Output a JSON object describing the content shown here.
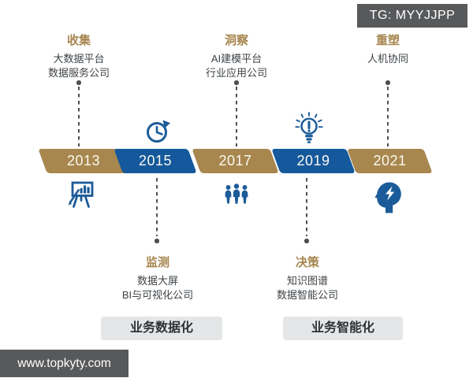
{
  "badges": {
    "tg": "TG: MYYJJPP",
    "watermark": "www.topkyty.com"
  },
  "colors": {
    "gold": "#a8874f",
    "blue": "#15599c",
    "icon_blue": "#1b5b99",
    "text_dark": "#3e4347",
    "badge_bg": "#58595b",
    "phase_box_bg": "#e4e6e7",
    "connector": "#4e4e4e"
  },
  "top_groups": [
    {
      "title": "收集",
      "lines": [
        "大数据平台",
        "数据服务公司"
      ]
    },
    {
      "title": "洞察",
      "lines": [
        "AI建模平台",
        "行业应用公司"
      ]
    },
    {
      "title": "重塑",
      "lines": [
        "人机协同"
      ]
    }
  ],
  "bottom_groups": [
    {
      "title": "监测",
      "lines": [
        "数据大屏",
        "BI与可视化公司"
      ]
    },
    {
      "title": "决策",
      "lines": [
        "知识图谱",
        "数据智能公司"
      ]
    }
  ],
  "timeline": {
    "years": [
      {
        "label": "2013",
        "color": "gold"
      },
      {
        "label": "2015",
        "color": "blue"
      },
      {
        "label": "2017",
        "color": "gold"
      },
      {
        "label": "2019",
        "color": "blue"
      },
      {
        "label": "2021",
        "color": "gold"
      }
    ]
  },
  "icons": {
    "above_2015": "history-clock",
    "above_2019": "alert-lightbulb",
    "below_2013": "presentation-chart-easel",
    "below_2017": "team-people",
    "below_2021": "head-lightning"
  },
  "phase_boxes": [
    {
      "label": "业务数据化"
    },
    {
      "label": "业务智能化"
    }
  ]
}
